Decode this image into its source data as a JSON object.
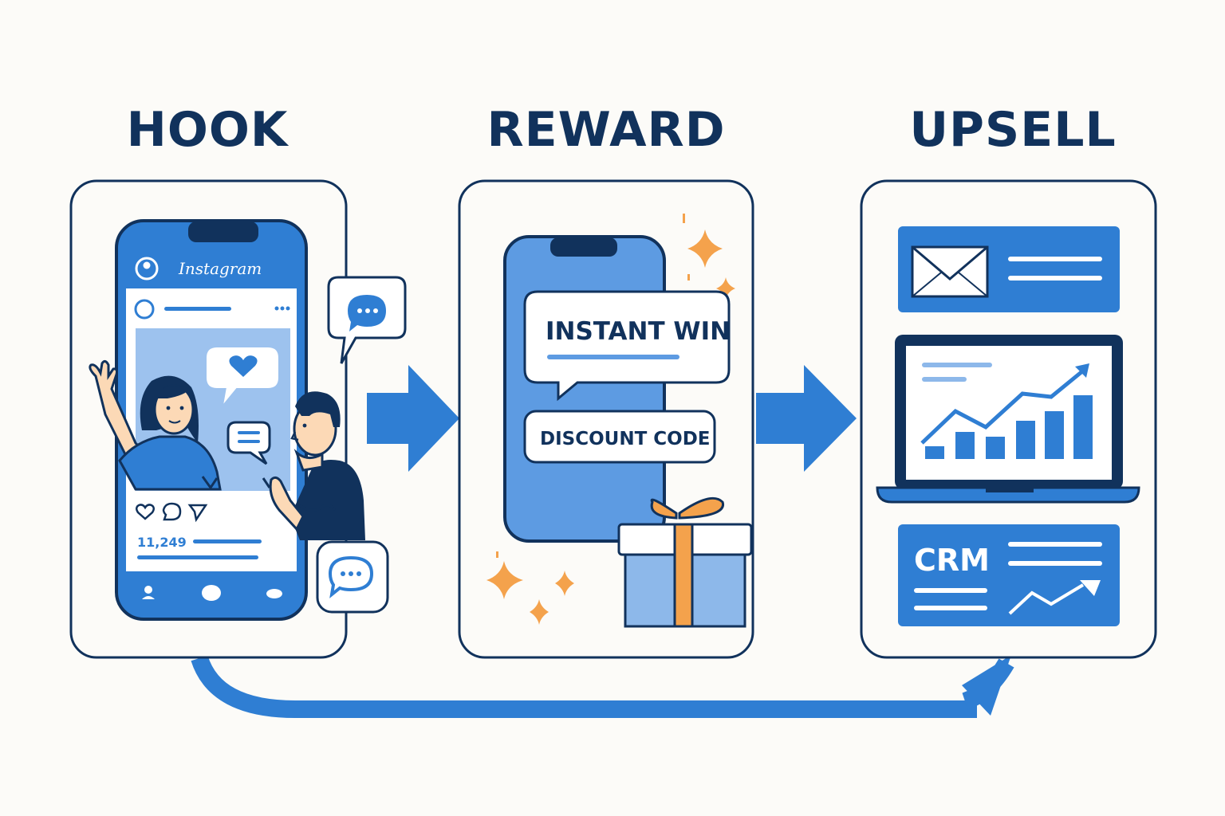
{
  "stages": [
    {
      "title": "HOOK"
    },
    {
      "title": "REWARD"
    },
    {
      "title": "UPSELL"
    }
  ],
  "hook": {
    "app_name": "Instagram",
    "likes_count": "11,249"
  },
  "reward": {
    "headline": "INSTANT WIN",
    "code_label": "DISCOUNT CODE"
  },
  "upsell": {
    "crm_label": "CRM"
  },
  "colors": {
    "navy": "#11325c",
    "blue": "#2f7ed3",
    "light_blue": "#8db8ea",
    "orange": "#f4a24c",
    "background": "#fcfbf8"
  }
}
